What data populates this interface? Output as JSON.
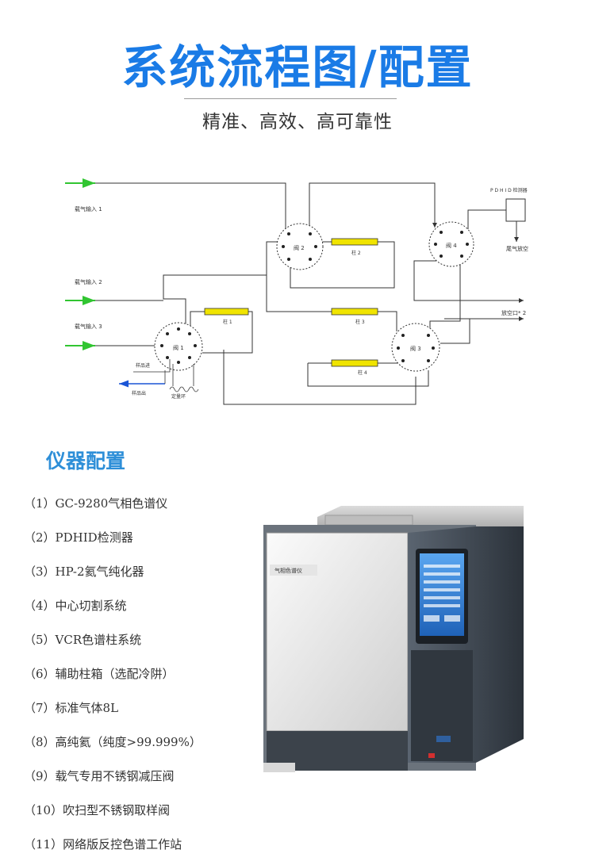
{
  "header": {
    "title": "系统流程图/配置",
    "subtitle": "精准、高效、高可靠性"
  },
  "diagram": {
    "carrier_inputs": [
      "载气输入 1",
      "载气输入 2",
      "载气输入 3"
    ],
    "valves": [
      "阀 1",
      "阀 2",
      "阀 3",
      "阀 4"
    ],
    "columns": [
      "柱 1",
      "柱 2",
      "柱 3",
      "柱 4"
    ],
    "detector": "P D H I D 检测器",
    "tail_gas": "尾气放空",
    "vent": "放空口* 2",
    "sample_in": "样品进",
    "sample_out": "样品出",
    "quant_loop": "定量环",
    "colors": {
      "carrier_line": "#31c531",
      "column_fill": "#f0e400",
      "sample_line": "#1a55d6",
      "line": "#333333"
    }
  },
  "config": {
    "title": "仪器配置",
    "items": [
      "（1）GC-9280气相色谱仪",
      "（2）PDHID检测器",
      "（3）HP-2氦气纯化器",
      "（4）中心切割系统",
      "（5）VCR色谱柱系统",
      "（6）辅助柱箱（选配冷阱）",
      "（7）标准气体8L",
      "（8）高纯氦（纯度>99.999%）",
      "（9）载气专用不锈钢减压阀",
      "（10）吹扫型不锈钢取样阀",
      "（11）网络版反控色谱工作站"
    ]
  },
  "instrument": {
    "panel_label": "气相色谱仪",
    "brand_color": "#2a3a4c",
    "screen_color": "#2f7fd4"
  }
}
